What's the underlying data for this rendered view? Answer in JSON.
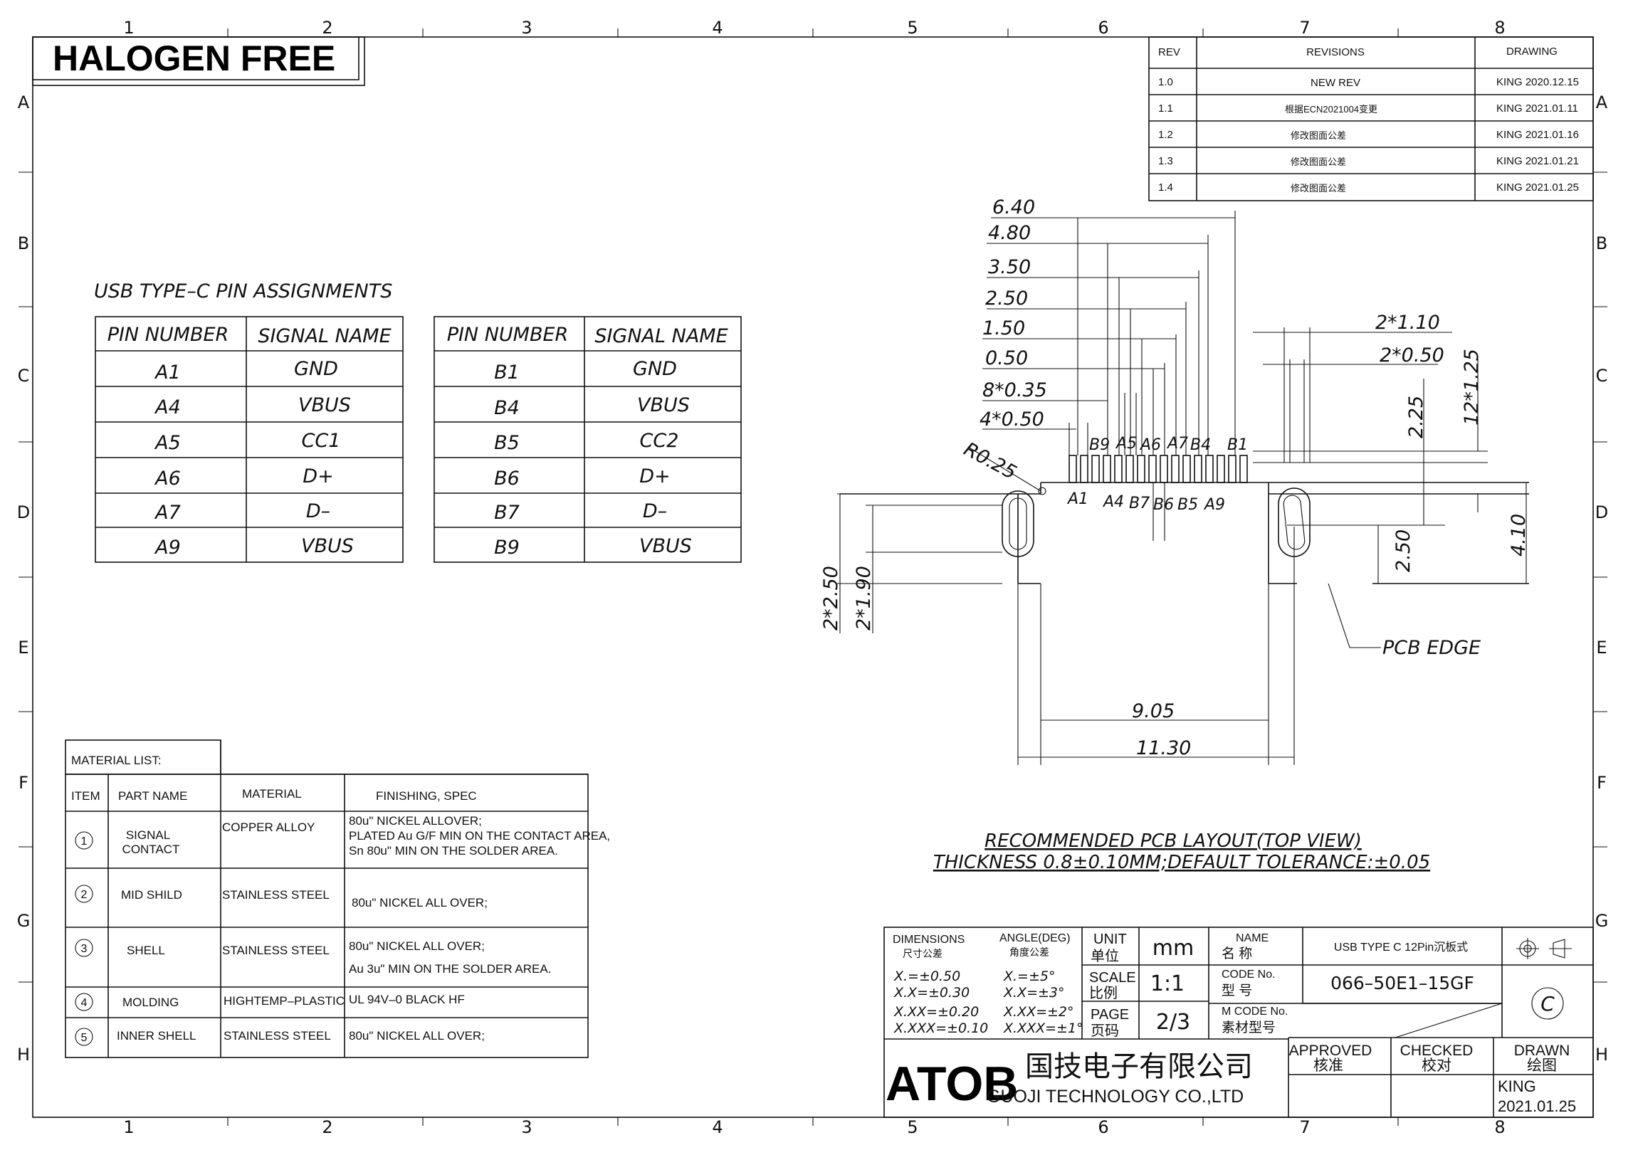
{
  "banner": "HALOGEN FREE",
  "grid": {
    "cols": [
      "1",
      "2",
      "3",
      "4",
      "5",
      "6",
      "7",
      "8"
    ],
    "rows": [
      "A",
      "B",
      "C",
      "D",
      "E",
      "F",
      "G",
      "H"
    ]
  },
  "revisions": {
    "headers": {
      "rev": "REV",
      "desc": "REVISIONS",
      "drawing": "DRAWING"
    },
    "rows": [
      {
        "rev": "1.0",
        "desc": "NEW  REV",
        "drawing": "KING  2020.12.15"
      },
      {
        "rev": "1.1",
        "desc": "根据ECN2021004变更",
        "drawing": "KING  2021.01.11"
      },
      {
        "rev": "1.2",
        "desc": "修改图面公差",
        "drawing": "KING  2021.01.16"
      },
      {
        "rev": "1.3",
        "desc": "修改图面公差",
        "drawing": "KING  2021.01.21"
      },
      {
        "rev": "1.4",
        "desc": "修改图面公差",
        "drawing": "KING  2021.01.25"
      }
    ]
  },
  "pin_title": "USB  TYPE–C  PIN  ASSIGNMENTS",
  "pin_tables": [
    {
      "headers": [
        "PIN  NUMBER",
        "SIGNAL  NAME"
      ],
      "rows": [
        [
          "A1",
          "GND"
        ],
        [
          "A4",
          "VBUS"
        ],
        [
          "A5",
          "CC1"
        ],
        [
          "A6",
          "D+"
        ],
        [
          "A7",
          "D–"
        ],
        [
          "A9",
          "VBUS"
        ]
      ]
    },
    {
      "headers": [
        "PIN  NUMBER",
        "SIGNAL  NAME"
      ],
      "rows": [
        [
          "B1",
          "GND"
        ],
        [
          "B4",
          "VBUS"
        ],
        [
          "B5",
          "CC2"
        ],
        [
          "B6",
          "D+"
        ],
        [
          "B7",
          "D–"
        ],
        [
          "B9",
          "VBUS"
        ]
      ]
    }
  ],
  "layout": {
    "dims_left": [
      "6.40",
      "4.80",
      "3.50",
      "2.50",
      "1.50",
      "0.50",
      "8*0.35",
      "4*0.50"
    ],
    "dims_right": [
      "2*1.10",
      "2*0.50",
      "12*1.25",
      "2.25",
      "2.50",
      "4.10"
    ],
    "dims_bottom": [
      "9.05",
      "11.30"
    ],
    "dims_side": [
      "2*2.50",
      "2*1.90"
    ],
    "radius": "R0.25",
    "pins_top": [
      "B9",
      "A5",
      "A6",
      "A7",
      "B4",
      "B1"
    ],
    "pins_bottom": [
      "A1",
      "A4",
      "B7",
      "B6",
      "B5",
      "A9"
    ],
    "pcb_edge": "PCB  EDGE",
    "caption_1": "RECOMMENDED  PCB  LAYOUT(TOP  VIEW)",
    "caption_2": "THICKNESS  0.8±0.10MM;DEFAULT  TOLERANCE:±0.05"
  },
  "materials": {
    "title": "MATERIAL  LIST:",
    "headers": [
      "ITEM",
      "PART  NAME",
      "MATERIAL",
      "FINISHING,  SPEC"
    ],
    "rows": [
      {
        "item": "1",
        "part": [
          "SIGNAL",
          "CONTACT"
        ],
        "material": "COPPER  ALLOY",
        "spec": [
          "80u\"  NICKEL  ALLOVER;",
          "PLATED  Au  G/F  MIN  ON  THE  CONTACT  AREA,",
          "Sn  80u\"  MIN  ON  THE  SOLDER  AREA."
        ]
      },
      {
        "item": "2",
        "part": [
          "MID  SHILD"
        ],
        "material": "STAINLESS  STEEL",
        "spec": [
          "80u\"  NICKEL  ALL  OVER;"
        ]
      },
      {
        "item": "3",
        "part": [
          "SHELL"
        ],
        "material": "STAINLESS  STEEL",
        "spec": [
          "80u\"  NICKEL  ALL  OVER;",
          "Au  3u\"  MIN  ON  THE  SOLDER  AREA."
        ]
      },
      {
        "item": "4",
        "part": [
          "MOLDING"
        ],
        "material": "HIGHTEMP–PLASTIC",
        "spec": [
          "UL  94V–0  BLACK  HF"
        ]
      },
      {
        "item": "5",
        "part": [
          "INNER  SHELL"
        ],
        "material": "STAINLESS  STEEL",
        "spec": [
          "80u\"  NICKEL  ALL  OVER;"
        ]
      }
    ]
  },
  "title_block": {
    "dimensions_label": "DIMENSIONS",
    "dimensions_cn": "尺寸公差",
    "angle_label": "ANGLE(DEG)",
    "angle_cn": "角度公差",
    "tol_linear": [
      "X.=±0.50",
      "X.X=±0.30",
      "X.XX=±0.20",
      "X.XXX=±0.10"
    ],
    "tol_angle": [
      "X.=±5°",
      "X.X=±3°",
      "X.XX=±2°",
      "X.XXX=±1°"
    ],
    "unit_label": "UNIT",
    "unit_cn": "单位",
    "unit_value": "mm",
    "scale_label": "SCALE",
    "scale_cn": "比例",
    "scale_value": "1:1",
    "page_label": "PAGE",
    "page_cn": "页码",
    "page_value": "2/3",
    "name_label": "NAME",
    "name_cn": "名  称",
    "name_value": "USB  TYPE  C   12Pin沉板式",
    "code_label": "CODE  No.",
    "code_cn": "型    号",
    "code_value": "066–50E1–15GF",
    "mcode_label": "M  CODE  No.",
    "mcode_cn": "素材型号",
    "company_logo": "ATOB",
    "company_cn": "国技电子有限公司",
    "company_en": "GUOJI  TECHNOLOGY  CO.,LTD",
    "approved_label": "APPROVED",
    "approved_cn": "核准",
    "checked_label": "CHECKED",
    "checked_cn": "校对",
    "drawn_label": "DRAWN",
    "drawn_cn": "绘图",
    "drawn_name": "KING",
    "drawn_date": "2021.01.25",
    "rev_mark": "C"
  }
}
